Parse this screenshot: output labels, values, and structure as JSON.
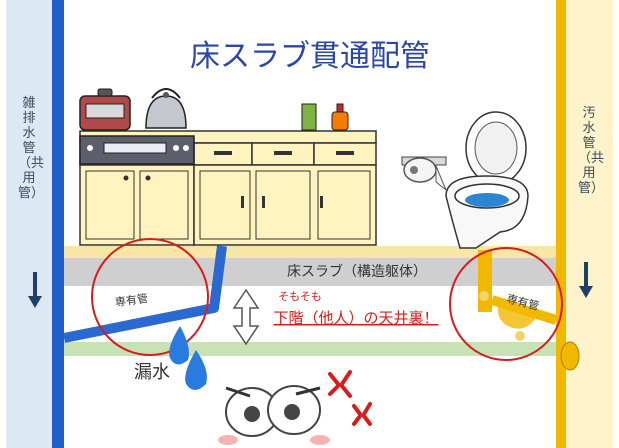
{
  "title": "床スラブ貫通配管",
  "left_pipe": {
    "label": "雑排水管（共用管）",
    "color": "#2a6ad0"
  },
  "right_pipe": {
    "label": "汚水管（共用管）",
    "color": "#f2b800"
  },
  "slab_label": "床スラブ（構造躯体）",
  "private_pipe_label": "専有管",
  "private_pipe_label_right": "専有管",
  "note_small": "そもそも",
  "note_main": "下階（他人）の天井裏！",
  "leak_label": "漏水",
  "colors": {
    "slab": "#cfcfcf",
    "slab_top": "#f7e6a6",
    "ceiling": "#c7e3b6",
    "accent_red": "#d81c1c",
    "title": "#2b46a8"
  },
  "icons": [
    "stove-icon",
    "pot-icon",
    "kettle-icon",
    "kitchen-cabinet-icon",
    "toilet-paper-icon",
    "toilet-icon",
    "water-drop-icon",
    "worried-face-icon",
    "anger-mark-icon",
    "double-arrow-icon"
  ]
}
